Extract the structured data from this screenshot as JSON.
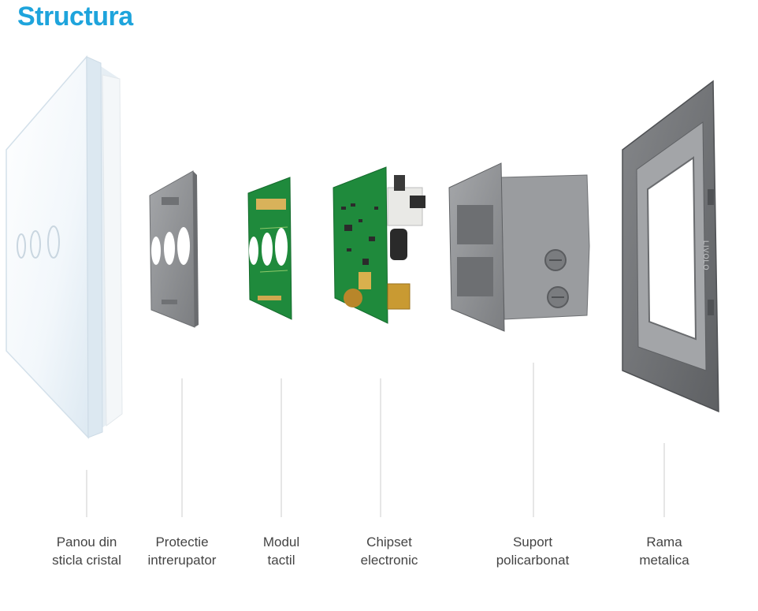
{
  "title": "Structura",
  "brand_mark": "LIVOLO",
  "colors": {
    "title": "#1ea4dc",
    "pcb": "#1f8a3c",
    "plastic_grey": "#8d8f92",
    "metal": "#6f7174",
    "label_text": "#444444",
    "leader_line": "#cccccc"
  },
  "components": [
    {
      "name": "glass-panel",
      "label": [
        "Panou din",
        "sticla cristal"
      ]
    },
    {
      "name": "switch-protection",
      "label": [
        "Protectie",
        "intrerupator"
      ]
    },
    {
      "name": "touch-module",
      "label": [
        "Modul",
        "tactil"
      ]
    },
    {
      "name": "electronic-chipset",
      "label": [
        "Chipset",
        "electronic"
      ]
    },
    {
      "name": "polycarbonate-support",
      "label": [
        "Suport",
        "policarbonat"
      ]
    },
    {
      "name": "metal-frame",
      "label": [
        "Rama",
        "metalica"
      ]
    }
  ]
}
